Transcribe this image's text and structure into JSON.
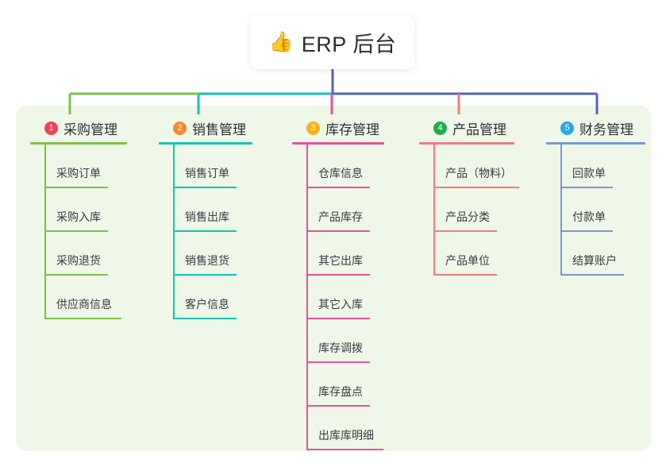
{
  "root": {
    "icon": "thumbs-up-icon",
    "emoji": "👍",
    "title": "ERP 后台"
  },
  "panel": {
    "background_color": "#eef7e8"
  },
  "branches": [
    {
      "number": "1",
      "title": "采购管理",
      "badge_color": "#f2425a",
      "line_color": "#7cc04b",
      "items": [
        {
          "label": "采购订单",
          "rule_width": 80
        },
        {
          "label": "采购入库",
          "rule_width": 80
        },
        {
          "label": "采购退货",
          "rule_width": 80
        },
        {
          "label": "供应商信息",
          "rule_width": 97
        }
      ]
    },
    {
      "number": "2",
      "title": "销售管理",
      "badge_color": "#f58a2e",
      "line_color": "#17c3b2",
      "items": [
        {
          "label": "销售订单",
          "rule_width": 80
        },
        {
          "label": "销售出库",
          "rule_width": 80
        },
        {
          "label": "销售退货",
          "rule_width": 80
        },
        {
          "label": "客户信息",
          "rule_width": 80
        }
      ]
    },
    {
      "number": "3",
      "title": "库存管理",
      "badge_color": "#f5b215",
      "line_color": "#e8529b",
      "items": [
        {
          "label": "仓库信息",
          "rule_width": 80
        },
        {
          "label": "产品库存",
          "rule_width": 80
        },
        {
          "label": "其它出库",
          "rule_width": 80
        },
        {
          "label": "其它入库",
          "rule_width": 80
        },
        {
          "label": "库存调拨",
          "rule_width": 80
        },
        {
          "label": "库存盘点",
          "rule_width": 80
        },
        {
          "label": "出库库明细",
          "rule_width": 97
        }
      ]
    },
    {
      "number": "4",
      "title": "产品管理",
      "badge_color": "#21ac4a",
      "line_color": "#f4797f",
      "items": [
        {
          "label": "产品（物料）",
          "rule_width": 108
        },
        {
          "label": "产品分类",
          "rule_width": 80
        },
        {
          "label": "产品单位",
          "rule_width": 80
        }
      ]
    },
    {
      "number": "5",
      "title": "财务管理",
      "badge_color": "#28a7e8",
      "line_color": "#7b96d4",
      "items": [
        {
          "label": "回款单",
          "rule_width": 66
        },
        {
          "label": "付款单",
          "rule_width": 66
        },
        {
          "label": "结算账户",
          "rule_width": 80
        }
      ]
    }
  ],
  "connectors": {
    "trunk_color": "#5560c4",
    "segment_colors": [
      "#7cc04b",
      "#17c3b2",
      "#5560c4",
      "#5560c4"
    ],
    "drop_colors": [
      "#7cc04b",
      "#17c3b2",
      "#e8529b",
      "#f4797f",
      "#5560c4"
    ]
  }
}
